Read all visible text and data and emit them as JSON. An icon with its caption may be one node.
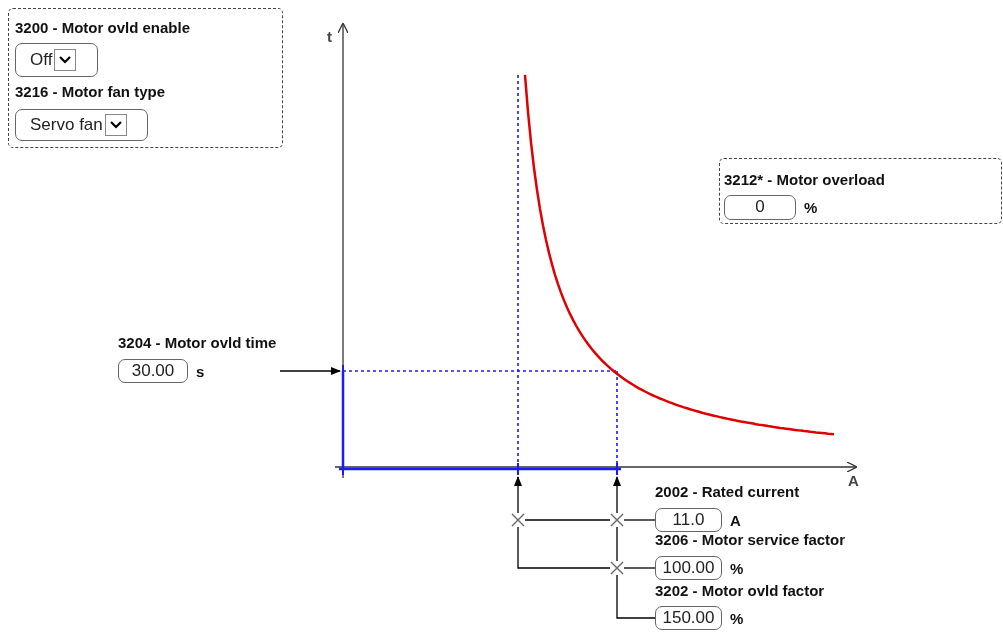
{
  "diagram": {
    "nodes": [
      {
        "text": [],
        "shape": "box"
      },
      {
        "text": [
          "3200 - Motor ovld enable",
          "Off"
        ],
        "in": 0
      },
      {
        "text": [
          "3216 - Motor fan type",
          "Servo fan"
        ],
        "in": 0
      },
      {
        "text": [],
        "shape": "box"
      },
      {
        "text": [
          "3212* - Motor overload",
          "0"
        ],
        "beside": [
          "%"
        ],
        "in": 3
      },
      {
        "text": [
          "3204 - Motor ovld time",
          "30.00"
        ],
        "beside": [
          "s"
        ]
      },
      {
        "text": [
          "2002 - Rated current",
          "11.0"
        ],
        "beside": [
          "A"
        ]
      },
      {
        "text": [
          "3206 - Motor service factor",
          "100.00"
        ],
        "beside": [
          "%"
        ]
      },
      {
        "text": [
          "3202 - Motor ovld factor",
          "150.00"
        ],
        "beside": [
          "%"
        ]
      },
      {
        "text": [],
        "shape": "cross"
      },
      {
        "text": [],
        "shape": "cross"
      },
      {
        "text": [],
        "shape": "cross"
      }
    ],
    "edges": [
      {
        "from": 5,
        "to": null,
        "arrow": "to"
      },
      {
        "from": 6,
        "to": 10,
        "arrow": "none"
      },
      {
        "from": 10,
        "to": 9,
        "arrow": "none"
      },
      {
        "from": 9,
        "to": null,
        "arrow": "to"
      },
      {
        "from": 10,
        "to": null,
        "arrow": "to"
      },
      {
        "from": 7,
        "to": 11,
        "arrow": "none"
      },
      {
        "from": 11,
        "to": 10,
        "arrow": "none"
      },
      {
        "from": 9,
        "to": 11,
        "arrow": "none"
      },
      {
        "from": 8,
        "to": 11,
        "arrow": "none"
      }
    ],
    "labels": [
      "t",
      "A"
    ]
  }
}
